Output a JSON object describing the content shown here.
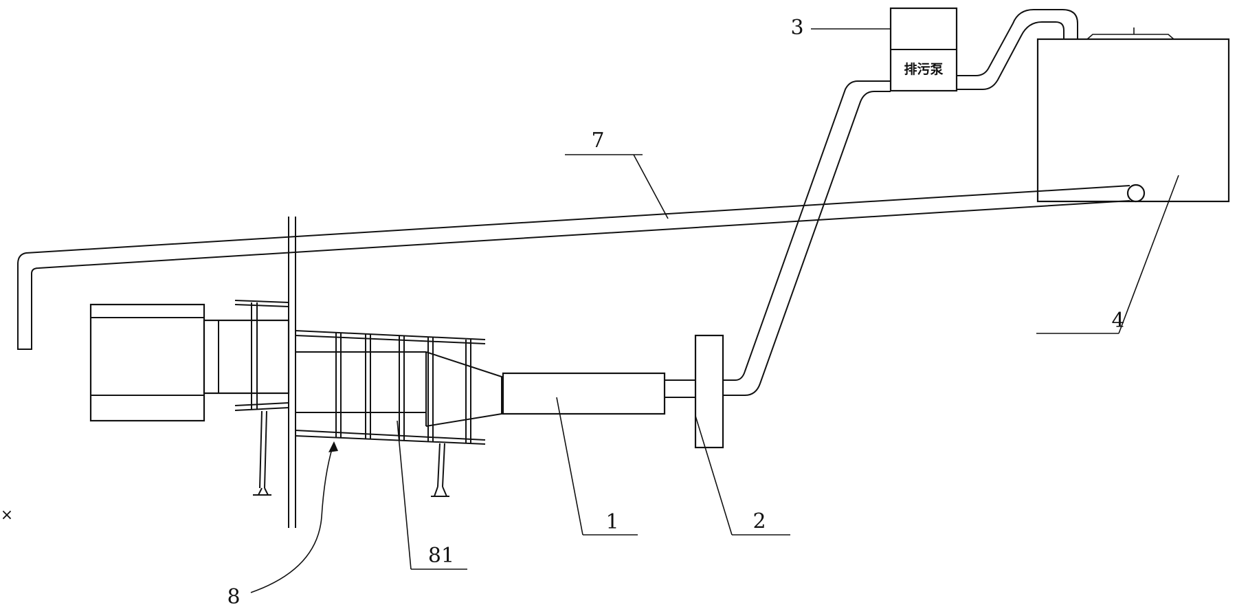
{
  "labels": {
    "l1": "1",
    "l2": "2",
    "l3": "3",
    "l4": "4",
    "l7": "7",
    "l8": "8",
    "l81": "81"
  },
  "pump_text": "排污泵",
  "margin_mark": "×"
}
